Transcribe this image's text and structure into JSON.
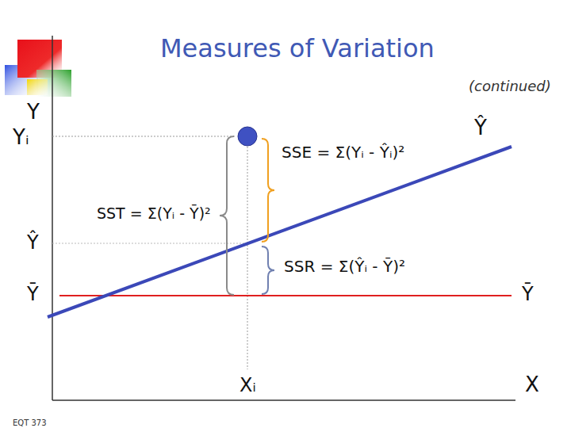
{
  "diagram": {
    "title": "Measures of Variation",
    "labels": [
      "(continued)",
      "Y",
      "Yᵢ",
      "SSE = Σ(Yᵢ - Ŷᵢ)²",
      "Ŷ",
      "SST = Σ(Yᵢ - Ȳ)²",
      "Ŷ",
      "SSR = Σ(Ŷᵢ - Ȳ)²",
      "Ȳ",
      "Ȳ",
      "Xᵢ",
      "X",
      "EQT 373"
    ]
  }
}
